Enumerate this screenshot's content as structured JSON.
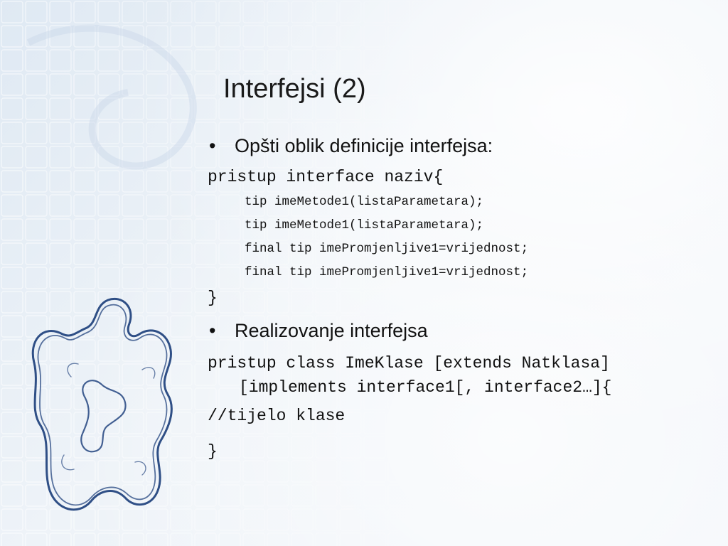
{
  "slide": {
    "title": "Interfejsi (2)",
    "bullet1": {
      "marker": "•",
      "text": "Opšti oblik definicije interfejsa:"
    },
    "code1": {
      "open": "pristup interface naziv{",
      "lines": [
        "tip imeMetode1(listaParametara);",
        "tip imeMetode1(listaParametara);",
        "final tip imePromjenljive1=vrijednost;",
        "final tip imePromjenljive1=vrijednost;"
      ],
      "close": "}"
    },
    "bullet2": {
      "marker": "•",
      "text": "Realizovanje interfejsa"
    },
    "code2": {
      "line1": "pristup class ImeKlase [extends Natklasa]",
      "line2": "[implements interface1[, interface2…]{",
      "comment": "//tijelo klase",
      "close": "}"
    }
  },
  "colors": {
    "puzzle_stroke": "#2f4f86",
    "background": "#ecf2f8"
  }
}
